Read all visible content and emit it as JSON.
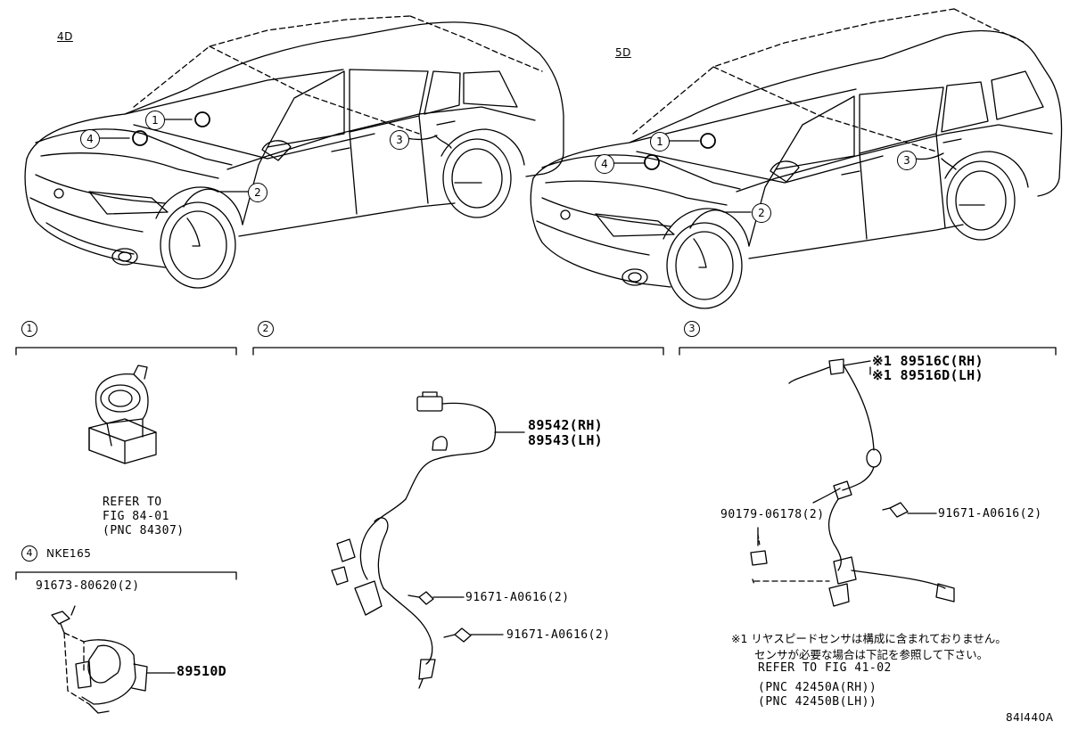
{
  "variants": {
    "sedan": "4D",
    "wagon": "5D"
  },
  "callouts": [
    "1",
    "2",
    "3",
    "4"
  ],
  "section1": {
    "num": "1",
    "refer": [
      "REFER TO",
      "FIG 84-01",
      "(PNC 84307)"
    ]
  },
  "section2": {
    "num": "2",
    "part_rh": "89542(RH)",
    "part_lh": "89543(LH)",
    "bolt_a": "91671-A0616(2)",
    "bolt_b": "91671-A0616(2)"
  },
  "section3": {
    "num": "3",
    "part_rh": "※1 89516C(RH)",
    "part_lh": "※1 89516D(LH)",
    "nut": "90179-06178(2)",
    "bolt": "91671-A0616(2)",
    "note_line1": "※1 リヤスピードセンサは構成に含まれておりません。",
    "note_line2": "センサが必要な場合は下記を参照して下さい。",
    "refer": "REFER TO FIG 41-02",
    "pnc_rh": "(PNC 42450A(RH))",
    "pnc_lh": "(PNC 42450B(LH))"
  },
  "section4": {
    "num": "4",
    "title": "NKE165",
    "bolt": "91673-80620(2)",
    "part": "89510D"
  },
  "figure_id": "84I440A"
}
